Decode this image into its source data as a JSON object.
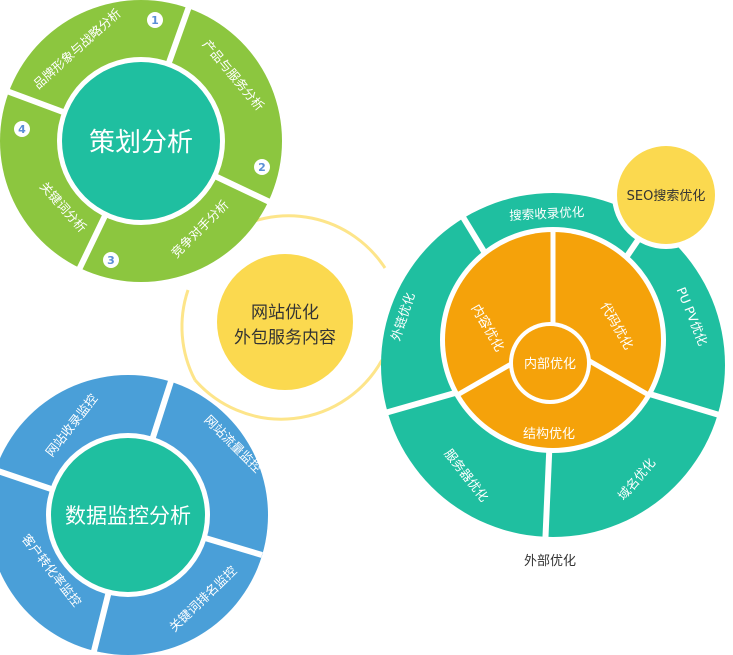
{
  "center": {
    "line1": "网站优化",
    "line2": "外包服务内容"
  },
  "planning": {
    "title": "策划分析",
    "segments": [
      "品牌形象与战略分析",
      "产品与服务分析",
      "竞争对手分析",
      "关键词分析"
    ],
    "numbers": [
      "1",
      "2",
      "3",
      "4"
    ]
  },
  "monitoring": {
    "title": "数据监控分析",
    "segments": [
      "网站收录监控",
      "网站流量监控",
      "关键词排名监控",
      "客户转化率监控"
    ]
  },
  "seo": {
    "badge": "SEO搜索优化",
    "inner_center": "内部优化",
    "inner_segments": [
      "内容优化",
      "代码优化",
      "结构优化"
    ],
    "outer_segments": [
      "搜索收录优化",
      "PU PV优化",
      "域名优化",
      "服务器优化",
      "外链优化"
    ],
    "outer_label": "外部优化"
  },
  "colors": {
    "green": "#8cc63f",
    "teal": "#1fbfa0",
    "blue": "#4a9fd8",
    "yellow": "#fbd94f",
    "orange": "#f5a20a"
  }
}
